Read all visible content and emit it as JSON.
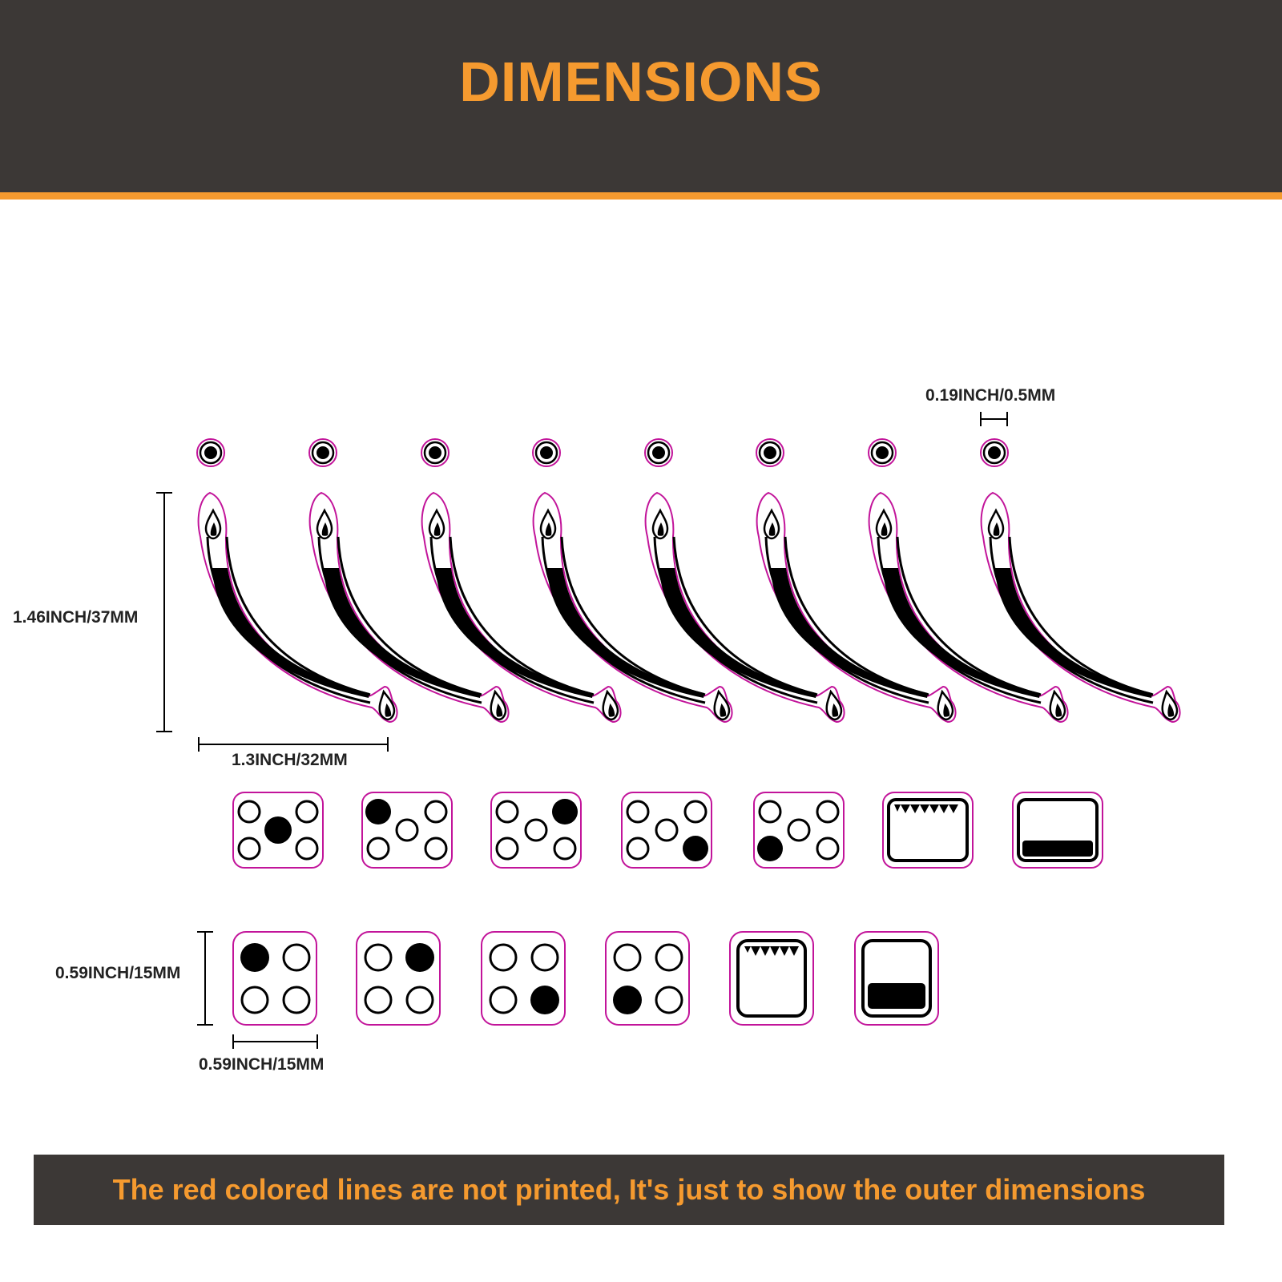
{
  "header": {
    "title": "DIMENSIONS"
  },
  "dimensions": {
    "dot_width": "0.19INCH/0.5MM",
    "lighter_height": "1.46INCH/37MM",
    "lighter_width": "1.3INCH/32MM",
    "square_height": "0.59INCH/15MM",
    "square_width": "0.59INCH/15MM"
  },
  "footer": {
    "note": "The red colored lines are not printed, It's just to show the outer dimensions"
  },
  "colors": {
    "header_bg": "#3c3836",
    "accent": "#f59a2f",
    "outline": "#c2149a",
    "ink": "#000000"
  },
  "stickers": {
    "dots_count": 8,
    "lighters_count": 8,
    "rect_row": [
      "burner-center",
      "burner-top-left",
      "burner-top-right",
      "burner-bottom-right",
      "burner-bottom-left",
      "oven-grill",
      "oven-bottom-heat"
    ],
    "square_row": [
      "burner-top-left",
      "burner-top-right",
      "burner-bottom-right",
      "burner-bottom-left",
      "oven-grill",
      "oven-bottom-heat"
    ]
  }
}
